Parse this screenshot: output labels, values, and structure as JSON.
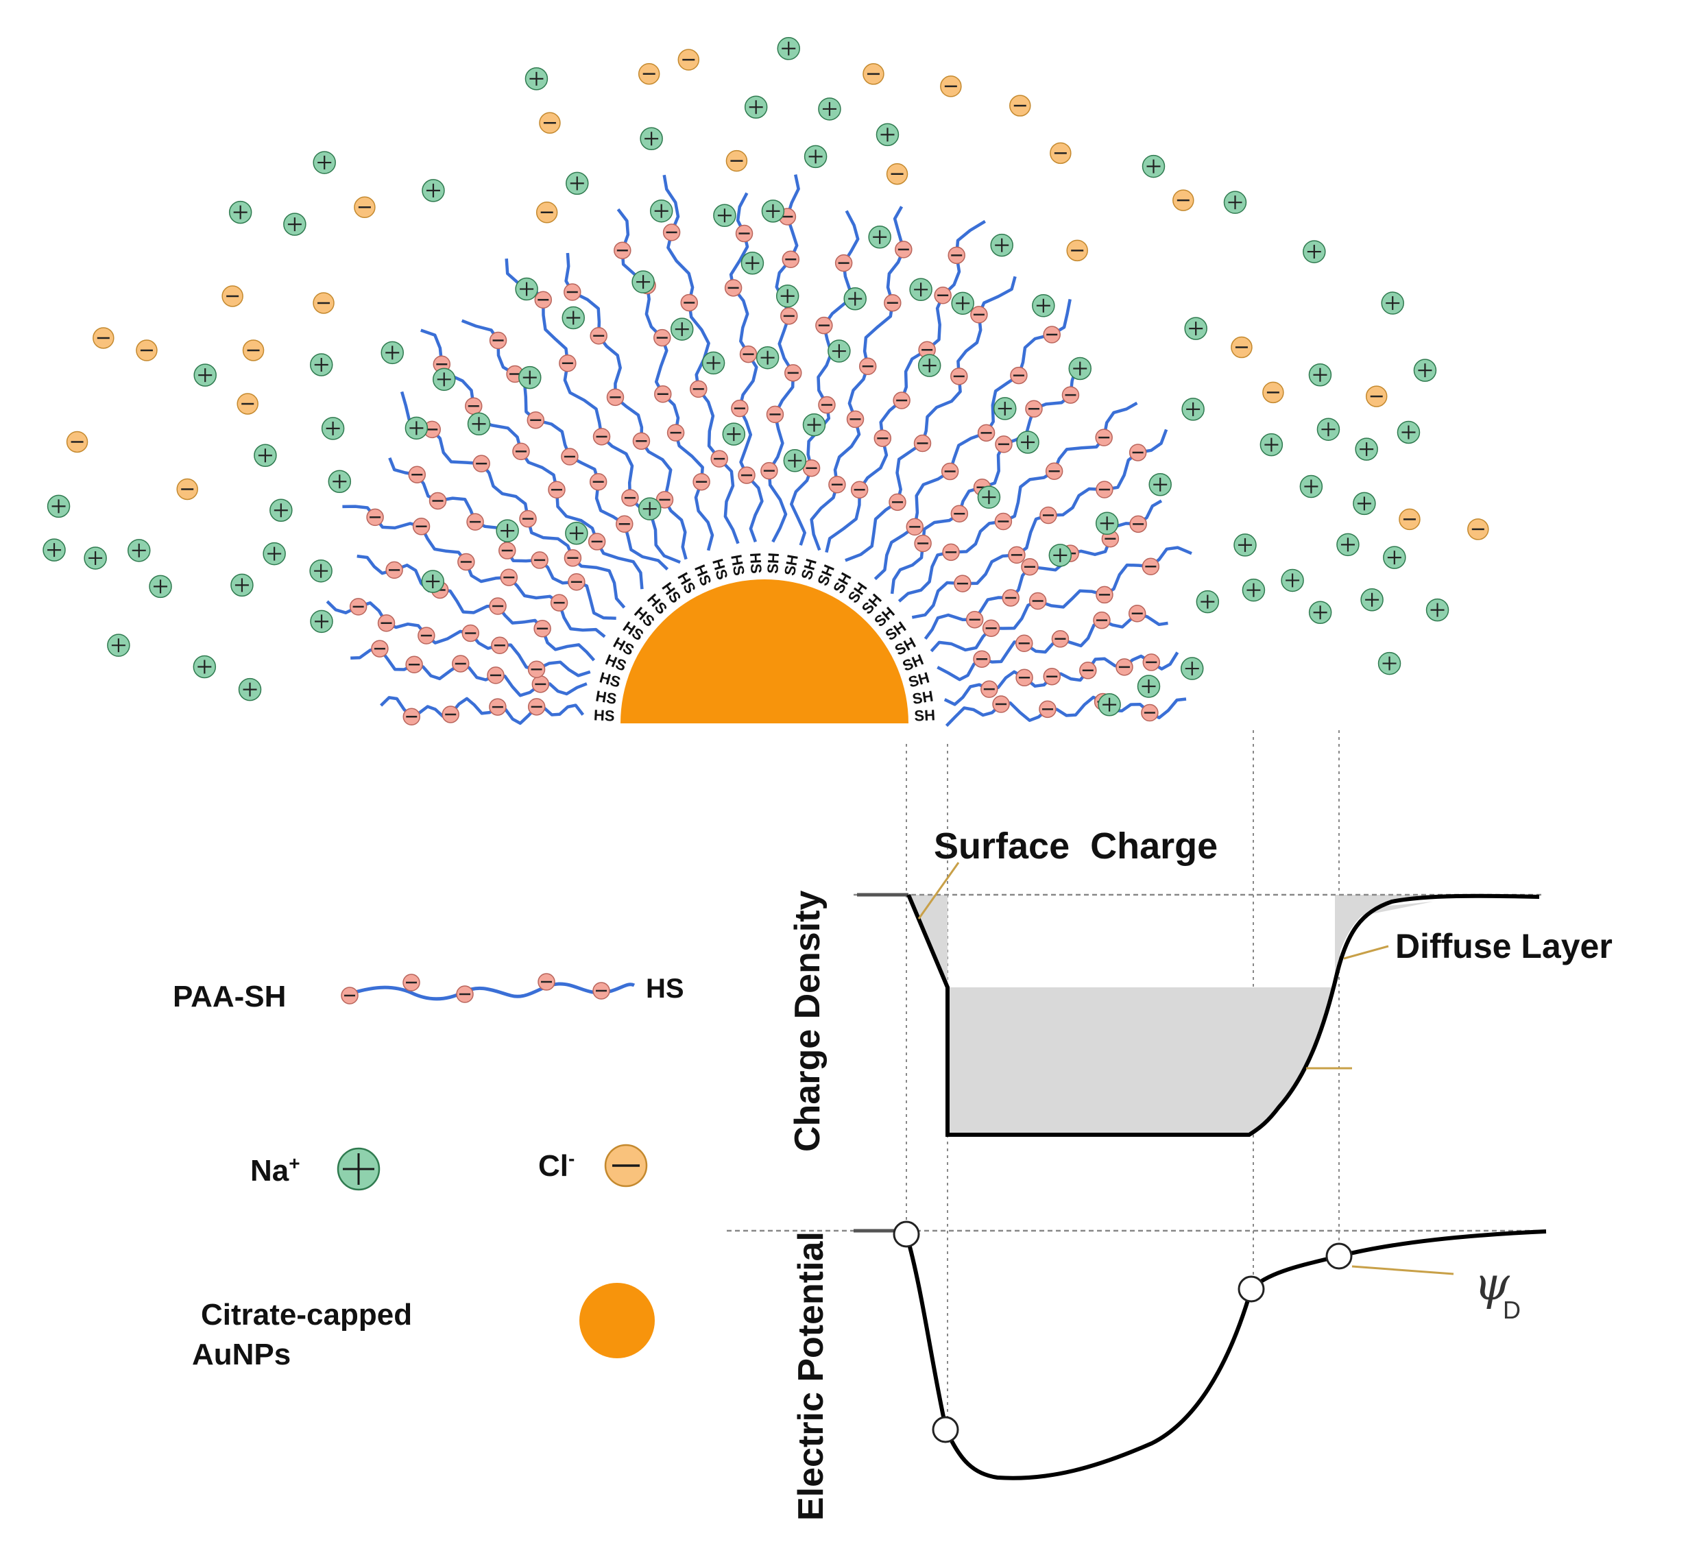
{
  "colors": {
    "chain": "#3a6fd6",
    "particle": "#f7940c",
    "anion_fill": "#f4a79b",
    "anion_stroke": "#b9655c",
    "na_fill": "#8fd1ad",
    "na_stroke": "#2f7a4f",
    "cl_fill": "#f9c27c",
    "cl_stroke": "#c4892e",
    "shade": "#d9d9d9",
    "leader": "#c8a048",
    "guide": "#888888"
  },
  "icons": {
    "sodium": "plus-circle-icon",
    "chloride": "minus-circle-icon",
    "carboxylate": "minus-dot-icon"
  },
  "thiol_labels": {
    "left": "HS",
    "right": "SH"
  },
  "legend": {
    "paa_label": "PAA-SH",
    "paa_end": "HS",
    "na_label": "Na",
    "na_sup": "+",
    "cl_label": "Cl",
    "cl_sup": "-",
    "au_line1": "Citrate-capped",
    "au_line2": "AuNPs"
  },
  "charge_plot": {
    "ylabel": "Charge Density",
    "surface_label": "Surface  Charge",
    "diffuse_label": "Diffuse Layer"
  },
  "potential_plot": {
    "ylabel": "Electric Potential",
    "psi_symbol": "ψ",
    "psi_sub": "D"
  }
}
